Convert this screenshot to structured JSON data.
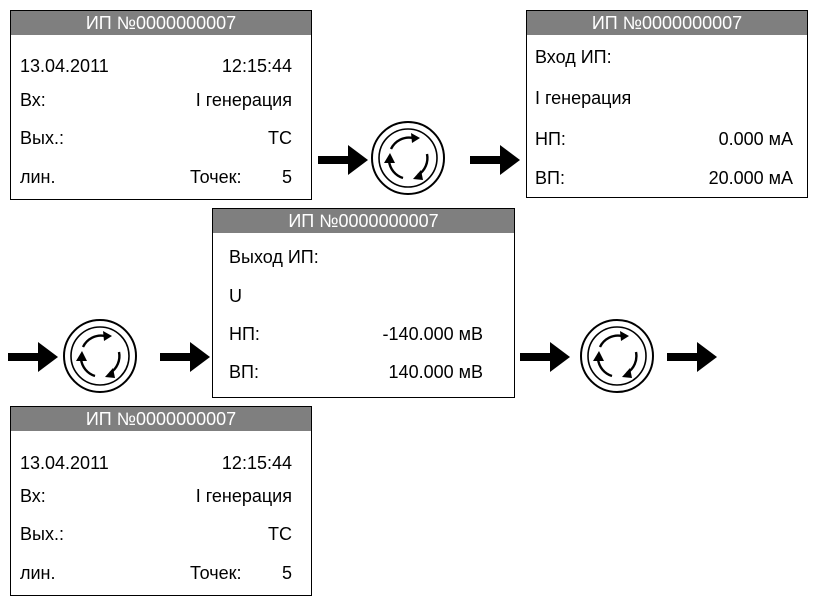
{
  "panels": {
    "main_top": {
      "title": "ИП №0000000007",
      "date": "13.04.2011",
      "time": "12:15:44",
      "in_label": "Вх:",
      "in_value": "I генерация",
      "out_label": "Вых.:",
      "out_value": "ТС",
      "lin_label": "лин.",
      "points_label": "Точек:",
      "points_value": "5"
    },
    "input": {
      "title": "ИП №0000000007",
      "heading": "Вход ИП:",
      "type": "I генерация",
      "low_label": "НП:",
      "low_value": "0.000 мА",
      "high_label": "ВП:",
      "high_value": "20.000 мА"
    },
    "output": {
      "title": "ИП №0000000007",
      "heading": "Выход ИП:",
      "type": "U",
      "low_label": "НП:",
      "low_value": "-140.000 мВ",
      "high_label": "ВП:",
      "high_value": "140.000 мВ"
    },
    "main_bottom": {
      "title": "ИП №0000000007",
      "date": "13.04.2011",
      "time": "12:15:44",
      "in_label": "Вх:",
      "in_value": "I генерация",
      "out_label": "Вых.:",
      "out_value": "ТС",
      "lin_label": "лин.",
      "points_label": "Точек:",
      "points_value": "5"
    }
  },
  "colors": {
    "title_bar": "#7f7f7f",
    "title_text": "#ffffff",
    "border": "#000000"
  },
  "icons": [
    "right-arrow-icon",
    "rotate-knob-icon"
  ]
}
